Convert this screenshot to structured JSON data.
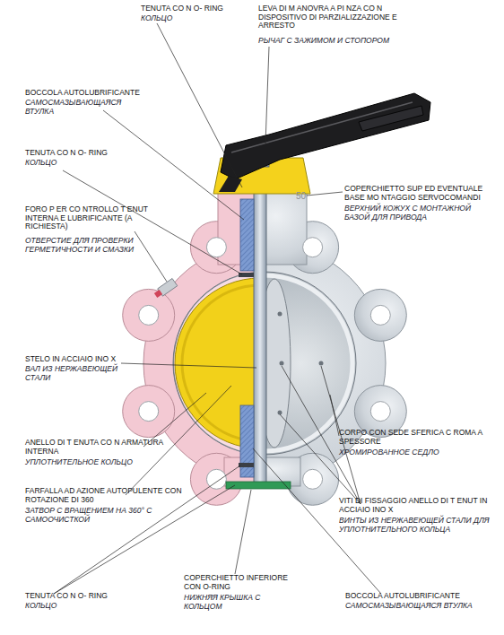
{
  "diagram": {
    "labels": [
      "TENUTA CO N O- RING",
      "КОЛЬЦО",
      "LEVA DI M ANOVRA A PI NZA CO N DISPOSITIVO DI PARZIALIZZAZIONE E ARRESTO",
      "РЫЧАГ С ЗАЖИМОМ И СТОПОРОМ",
      "BOCCOLA AUTOLUBRIFICANTE",
      "САМОСМАЗЫВАЮЩАЯСЯ ВТУЛКА",
      "TENUTA CO N O- RING",
      "КОЛЬЦО",
      "FORO P ER CO NTROLLO T ENUT INTERNA E LUBRIFICANTE (A RICHIESTA)",
      "ОТВЕРСТИЕ ДЛЯ ПРОВЕРКИ ГЕРМЕТИЧНОСТИ И СМАЗКИ",
      "COPERCHIETTO SUP ED EVENTUALE BASE MO NTAGGIO SERVOCOMANDI",
      "ВЕРХНИЙ КОЖУХ С МОНТАЖНОЙ БАЗОЙ ДЛЯ ПРИВОДА",
      "50",
      "STELO IN ACCIAIO INO X",
      "ВАЛ ИЗ НЕРЖАВЕЮЩЕЙ СТАЛИ",
      "CORPO CON SEDE SFERICA C ROMA A SPESSORE",
      "ХРОМИРОВАННОЕ СЕДЛО",
      "ANELLO DI T ENUTA CO N ARMATURA INTERNA",
      "УПЛОТНИТЕЛЬНОЕ КОЛЬЦО",
      "FARFALLA AD AZIONE AUTOPULENTE CON ROTAZIONE DI 360",
      "ЗАТВОР С ВРАЩЕНИЕМ НА 360° С САМООЧИСТКОЙ",
      "VITI DI FISSAGGIO ANELLO DI T ENUT IN ACCIAIO INO X",
      "ВИНТЫ ИЗ НЕРЖАВЕЮЩЕЙ СТАЛИ ДЛЯ УПЛОТНИТЕЛЬНОГО КОЛЬЦА",
      "TENUTA CO N O- RING",
      "КОЛЬЦО",
      "COPERCHIETTO INFERIORE CON O-RING",
      "НИЖНЯЯ КРЫШКА С КОЛЬЦОМ",
      "BOCCOLA AUTOLUBRIFICANTE",
      "САМОСМАЗЫВАЮЩАЯСЯ ВТУЛКА"
    ]
  }
}
